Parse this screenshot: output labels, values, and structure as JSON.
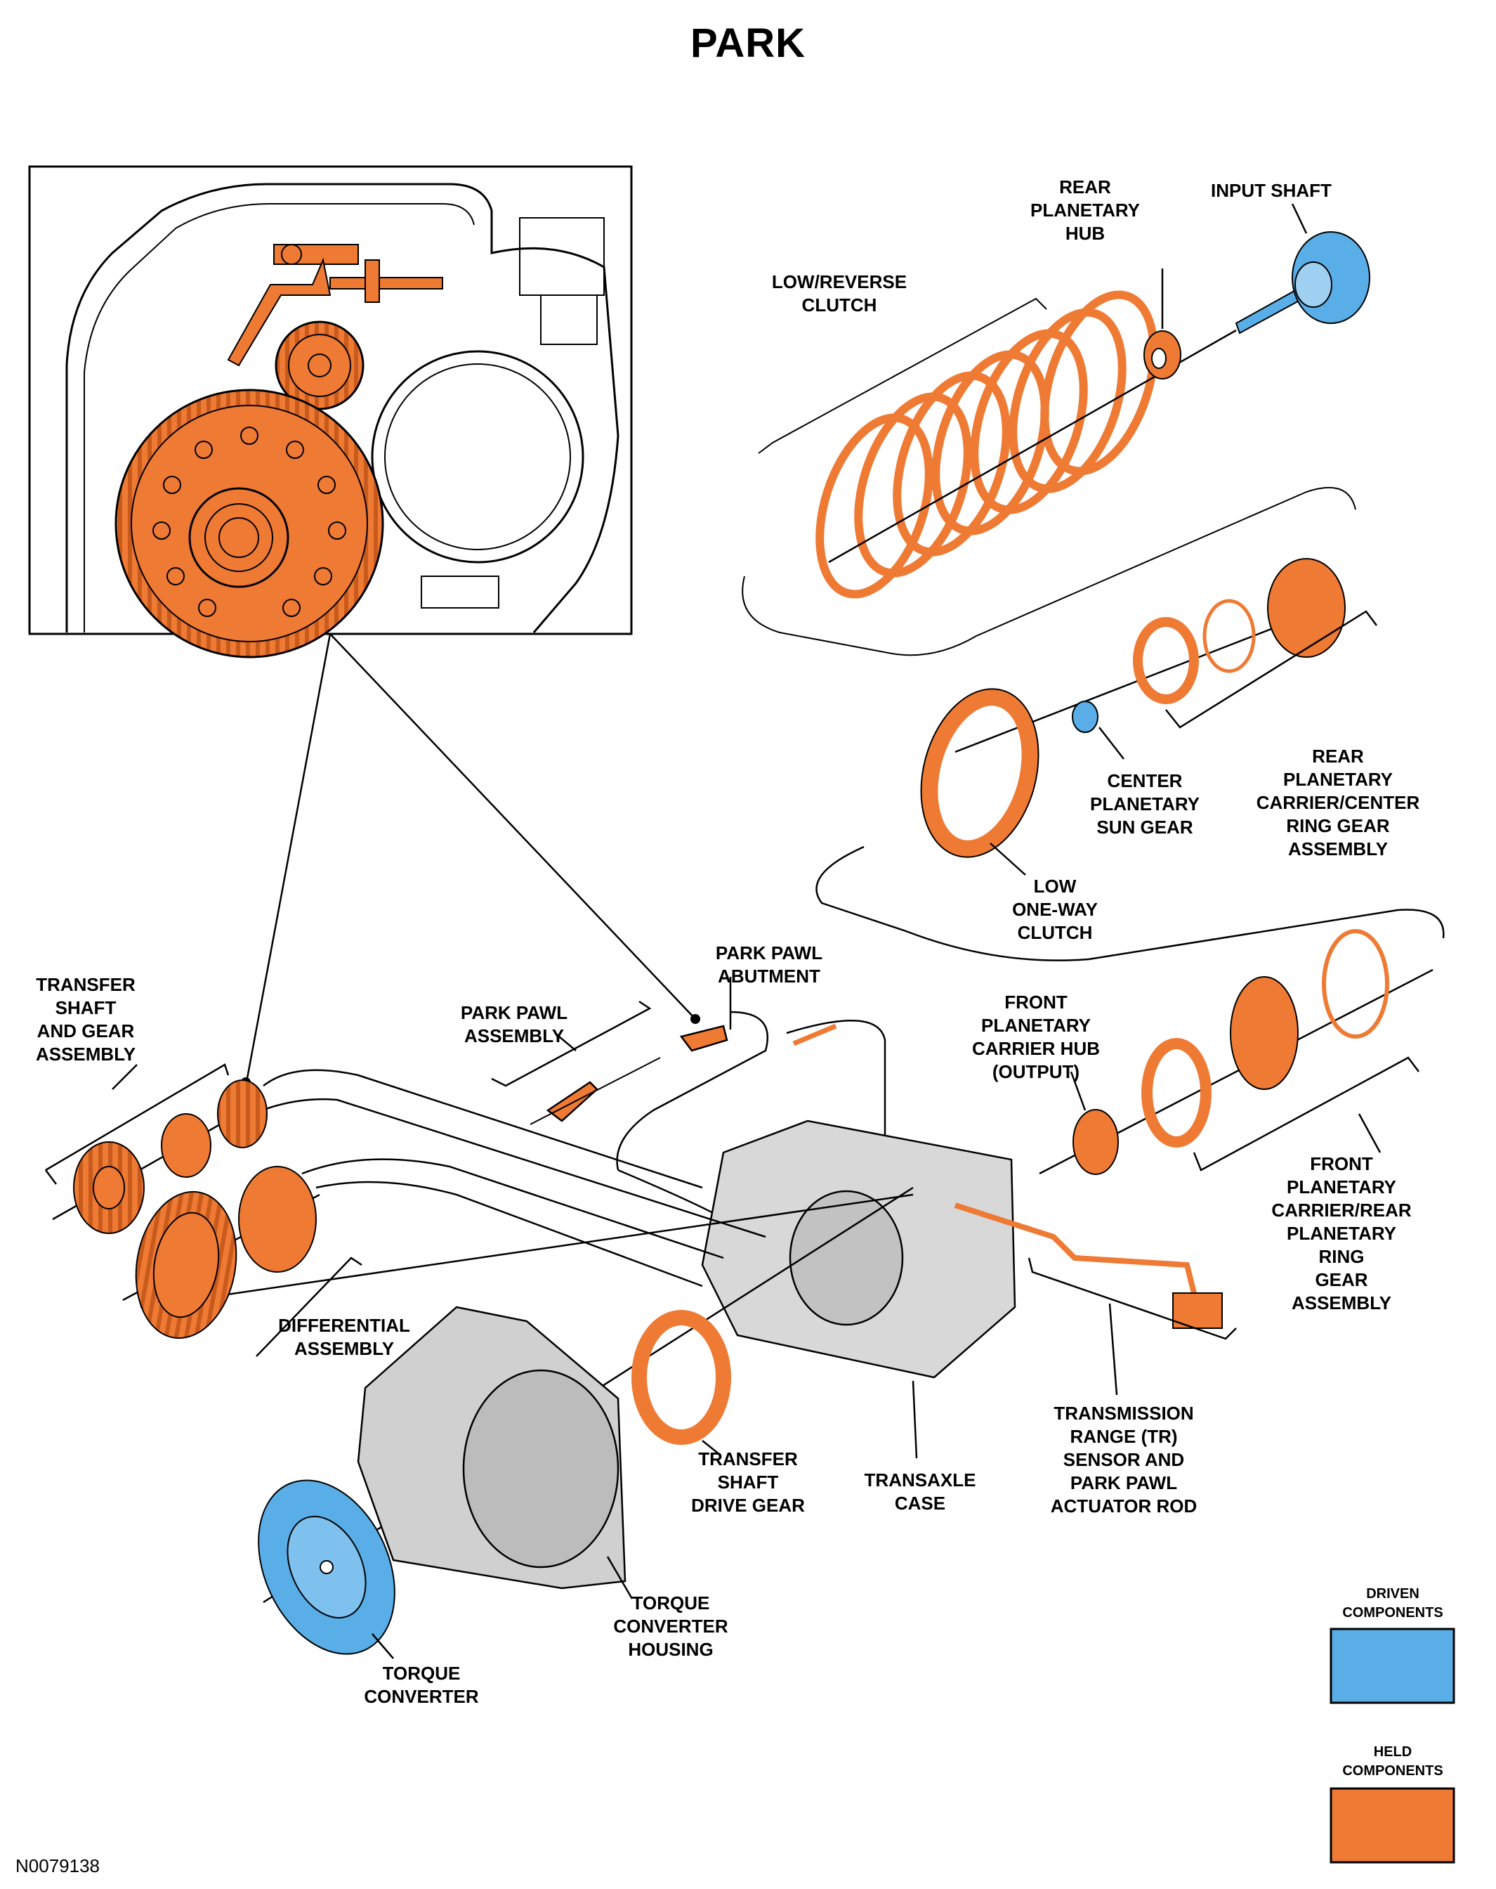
{
  "title": "PARK",
  "figure_id": "N0079138",
  "colors": {
    "driven": "#5aaee8",
    "held": "#ee7a34",
    "case": "#d8d8d8",
    "line": "#000000"
  },
  "labels": {
    "low_reverse_clutch": "LOW/REVERSE\nCLUTCH",
    "rear_planetary_hub": "REAR\nPLANETARY\nHUB",
    "input_shaft": "INPUT SHAFT",
    "center_planetary_sun_gear": "CENTER\nPLANETARY\nSUN GEAR",
    "rear_planetary_carrier": "REAR PLANETARY\nCARRIER/CENTER\nRING GEAR ASSEMBLY",
    "low_one_way_clutch": "LOW\nONE-WAY\nCLUTCH",
    "park_pawl_abutment": "PARK PAWL\nABUTMENT",
    "park_pawl_assembly": "PARK PAWL\nASSEMBLY",
    "transfer_shaft_gear": "TRANSFER\nSHAFT\nAND GEAR\nASSEMBLY",
    "front_planetary_carrier_hub": "FRONT\nPLANETARY\nCARRIER HUB\n(OUTPUT)",
    "front_planetary_carrier_ring": "FRONT PLANETARY\nCARRIER/REAR\nPLANETARY RING\nGEAR ASSEMBLY",
    "differential_assembly": "DIFFERENTIAL\nASSEMBLY",
    "transfer_shaft_drive_gear": "TRANSFER\nSHAFT\nDRIVE GEAR",
    "transaxle_case": "TRANSAXLE\nCASE",
    "tr_sensor": "TRANSMISSION\nRANGE (TR)\nSENSOR AND\nPARK PAWL\nACTUATOR ROD",
    "torque_converter_housing": "TORQUE\nCONVERTER\nHOUSING",
    "torque_converter": "TORQUE\nCONVERTER"
  },
  "legend": {
    "driven": "DRIVEN\nCOMPONENTS",
    "held": "HELD\nCOMPONENTS"
  }
}
